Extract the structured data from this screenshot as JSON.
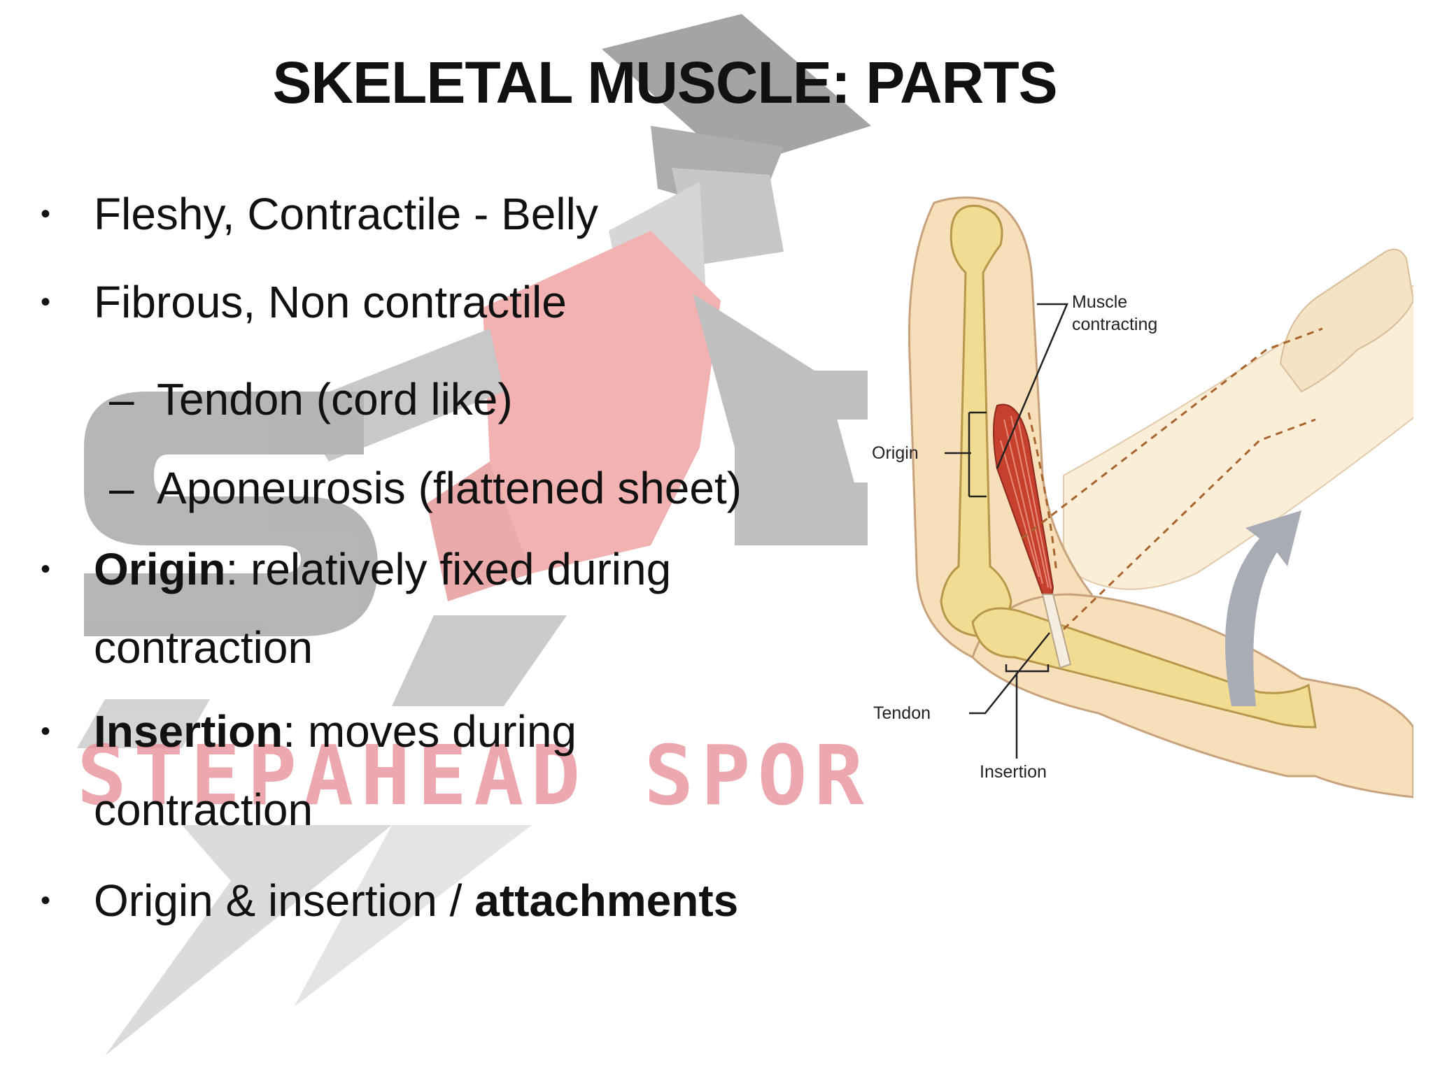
{
  "slide": {
    "title": "SKELETAL MUSCLE: PARTS",
    "bullets": {
      "b1": {
        "text": "Fleshy, Contractile - Belly"
      },
      "b2": {
        "text": "Fibrous, Non contractile"
      },
      "sub1": {
        "text": "Tendon (cord like)"
      },
      "sub2": {
        "text": "Aponeurosis (flattened sheet)"
      },
      "b3": {
        "bold": "Origin",
        "rest": ": relatively fixed during",
        "cont": "contraction"
      },
      "b4": {
        "bold": "Insertion",
        "rest": ": moves during",
        "cont": "contraction"
      },
      "b5": {
        "plain": "Origin & insertion / ",
        "bold": "attachments"
      }
    },
    "bullet_glyph": "•",
    "dash_glyph": "–"
  },
  "watermark": {
    "text": "STEPAHEAD SPOR"
  },
  "figure": {
    "labels": {
      "muscle_1": "Muscle",
      "muscle_2": "contracting",
      "origin": "Origin",
      "tendon": "Tendon",
      "insertion": "Insertion"
    }
  },
  "colors": {
    "skin": "#f7dfba",
    "skin_outline": "#c8a27c",
    "bone": "#f2dc92",
    "muscle": "#c7402e",
    "arrow": "#a8acb4",
    "watermark_gray": "#8e8e8e",
    "watermark_red": "#e06a6a"
  }
}
